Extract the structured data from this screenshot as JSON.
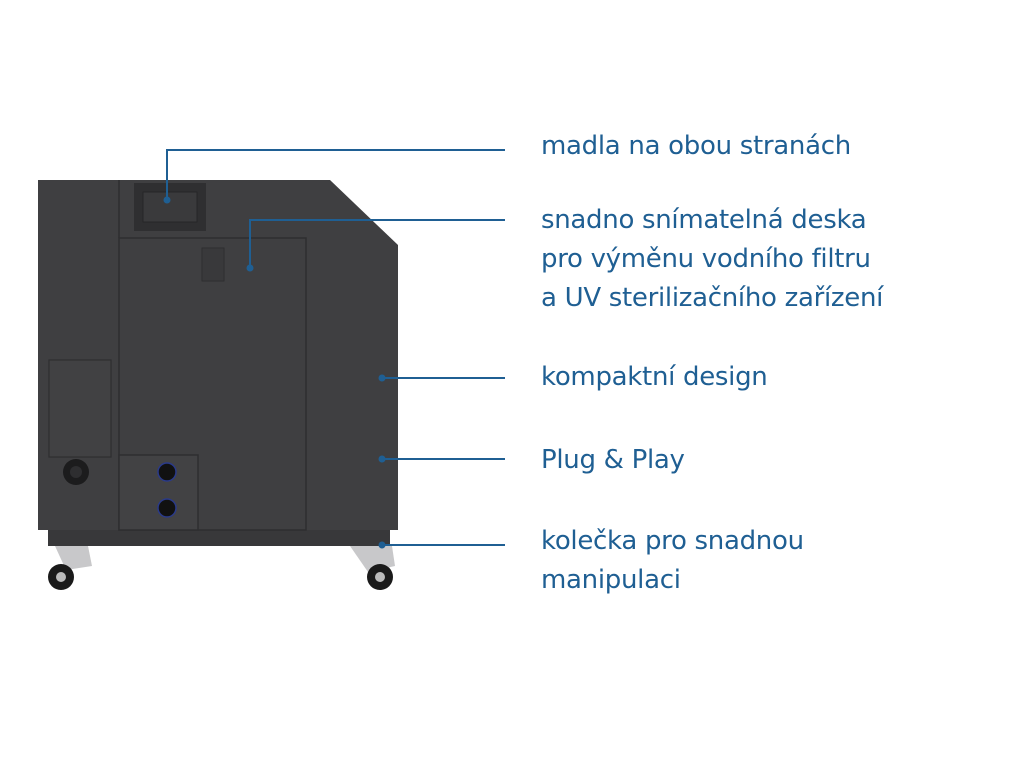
{
  "callouts": [
    {
      "lines": [
        "madla na obou stranách"
      ]
    },
    {
      "lines": [
        "snadno snímatelná deska",
        "pro výměnu vodního filtru",
        "a UV sterilizačního zařízení"
      ]
    },
    {
      "lines": [
        "kompaktní design"
      ]
    },
    {
      "lines": [
        "Plug & Play"
      ]
    },
    {
      "lines": [
        "kolečka pro snadnou",
        "manipulaci"
      ]
    }
  ],
  "colors": {
    "accent": "#1f5f93",
    "body": "#3f3f41"
  }
}
